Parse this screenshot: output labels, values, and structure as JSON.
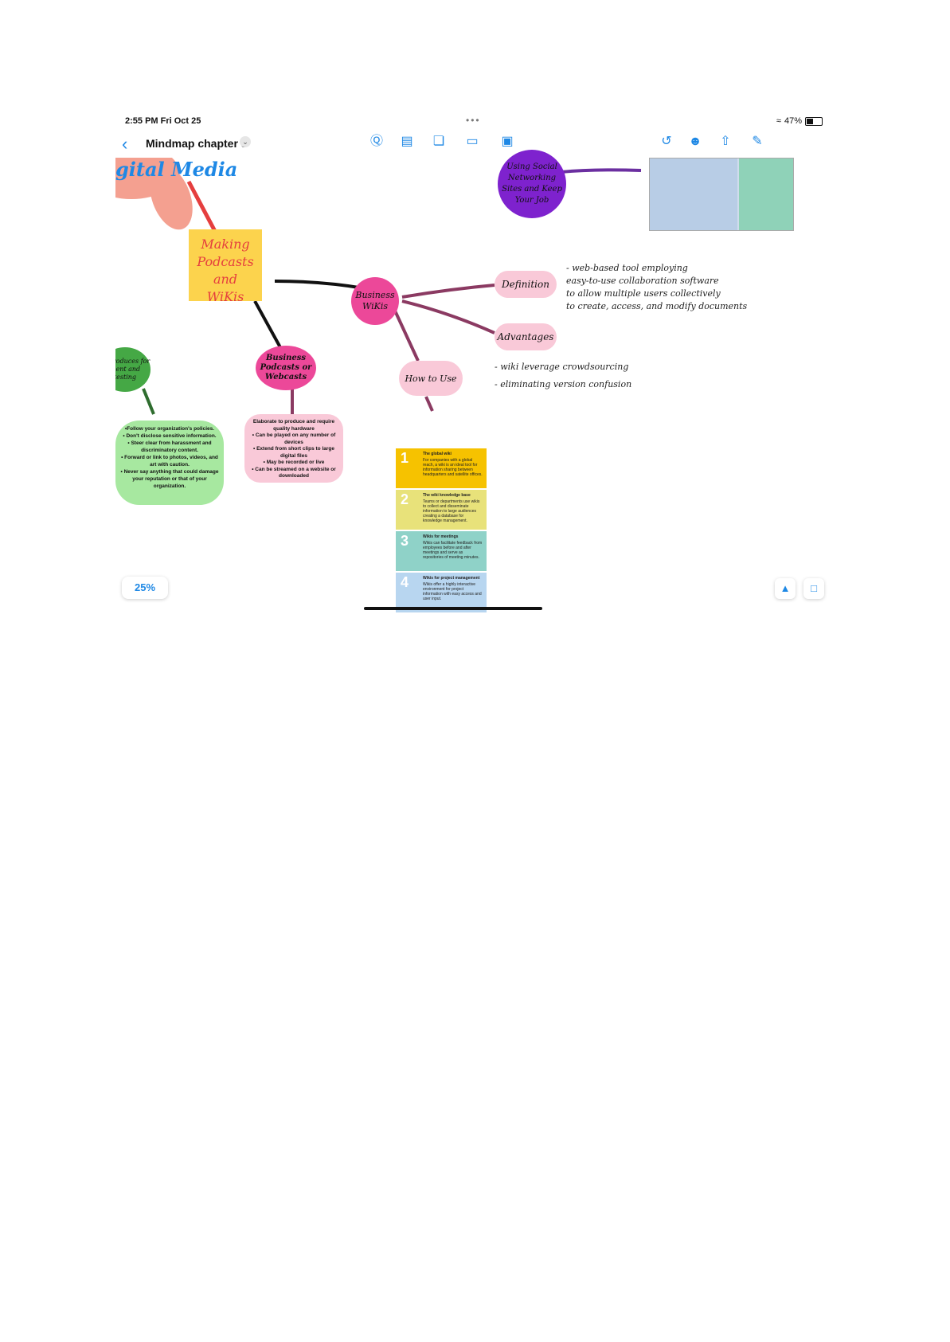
{
  "status_bar": {
    "time": "2:55 PM  Fri Oct 25",
    "dots": "•••",
    "battery": "47%"
  },
  "toolbar": {
    "back": "‹",
    "title": "Mindmap chapter 5",
    "chevron": "⌄"
  },
  "canvas": {
    "flower_text": "gital Media",
    "making": "Making Podcasts and WiKis",
    "social": "Using Social Networking Sites and Keep Your Job",
    "business_wikis": "Business WiKis",
    "definition": "Definition",
    "advantages": "Advantages",
    "how_to_use": "How to Use",
    "business_podcasts": "Business Podcasts or Webcasts",
    "green_node": "nt produces for ...ent and testing",
    "definition_notes": [
      "- web-based tool employing",
      "easy-to-use collaboration software",
      "to allow multiple users collectively",
      "to create, access, and modify documents"
    ],
    "advantages_notes": [
      "- wiki leverage crowdsourcing",
      "- eliminating version confusion"
    ],
    "podcast_note": "Elaborate to produce and require quality hardware\n• Can be played on any number of devices\n• Extend from short clips to large digital files\n• May be recorded or live\n• Can be streamed on a website or downloaded",
    "social_note": "•Follow your organization's policies.\n• Don't disclose sensitive information.\n• Steer clear from harassment and discriminatory content.\n• Forward or link to photos, videos, and art with caution.\n• Never say anything that could damage your reputation or that of your organization.",
    "wiki_rows": [
      {
        "num": "1",
        "title": "The global wiki",
        "body": "For companies with a global reach, a wiki is an ideal tool for information sharing between headquarters and satellite offices."
      },
      {
        "num": "2",
        "title": "The wiki knowledge base",
        "body": "Teams or departments use wikis to collect and disseminate information to large audiences creating a database for knowledge management."
      },
      {
        "num": "3",
        "title": "Wikis for meetings",
        "body": "Wikis can facilitate feedback from employees before and after meetings and serve as repositories of meeting minutes."
      },
      {
        "num": "4",
        "title": "Wikis for project management",
        "body": "Wikis offer a highly interactive environment for project information with easy access and user input."
      }
    ]
  },
  "bottom": {
    "zoom": "25%"
  },
  "colors": {
    "accent": "#1e88e5",
    "making_fill": "#fcd34d",
    "social_fill": "#7e22ce",
    "business_wikis_fill": "#ec4899",
    "pink_fill": "#f9c9d8",
    "green_fill": "#a7e8a0",
    "green_node_fill": "#45a845"
  }
}
